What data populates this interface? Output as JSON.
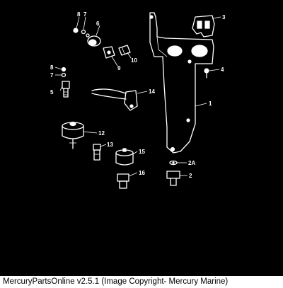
{
  "diagram": {
    "callouts": {
      "c1": "1",
      "c2": "2",
      "c2a": "2A",
      "c3": "3",
      "c4": "4",
      "c5": "5",
      "c6": "6",
      "c7a": "7",
      "c7b": "7",
      "c8a": "8",
      "c8b": "8",
      "c9": "9",
      "c10": "10",
      "c12": "12",
      "c13": "13",
      "c14": "14",
      "c15": "15",
      "c16": "16"
    }
  },
  "footer": {
    "caption": "MercuryPartsOnline v2.5.1 (Image Copyright- Mercury Marine)"
  }
}
